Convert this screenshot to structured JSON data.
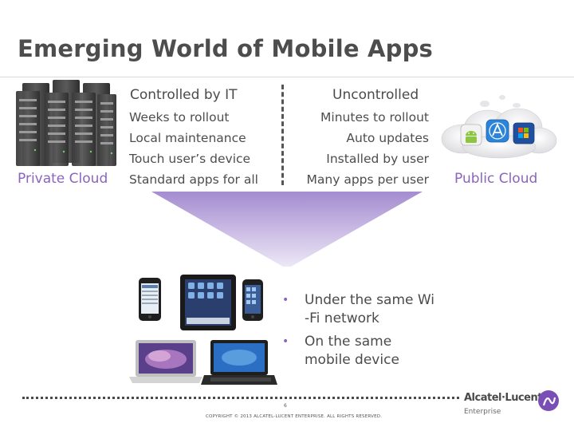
{
  "slide": {
    "title": "Emerging World of Mobile Apps"
  },
  "left_column": {
    "heading": "Controlled by IT",
    "items": [
      "Weeks to rollout",
      "Local maintenance",
      "Touch user’s device",
      "Standard apps for all"
    ]
  },
  "right_column": {
    "heading": "Uncontrolled",
    "items": [
      "Minutes to rollout",
      "Auto updates",
      "Installed by user",
      "Many apps per user"
    ]
  },
  "private_cloud": {
    "label": "Private Cloud"
  },
  "public_cloud": {
    "label": "Public Cloud"
  },
  "bullets": [
    {
      "line1": "Under the same Wi",
      "line2": "-Fi network"
    },
    {
      "line1": "On the same",
      "line2": "mobile device"
    }
  ],
  "footer": {
    "page_number": "6",
    "copyright": "COPYRIGHT © 2013 ALCATEL-LUCENT ENTERPRISE.  ALL RIGHTS RESERVED.",
    "brand": "Alcatel·Lucent",
    "brand_sub": "Enterprise"
  },
  "colors": {
    "accent_purple": "#8a64c0",
    "funnel_purple": "#a48cd0",
    "text_gray": "#4b4b4b"
  },
  "icons": [
    "server-rack-icon",
    "android-icon",
    "app-store-icon",
    "windows-store-icon",
    "smartphone-icon",
    "tablet-icon",
    "laptop-icon",
    "alcatel-lucent-logo-icon"
  ]
}
